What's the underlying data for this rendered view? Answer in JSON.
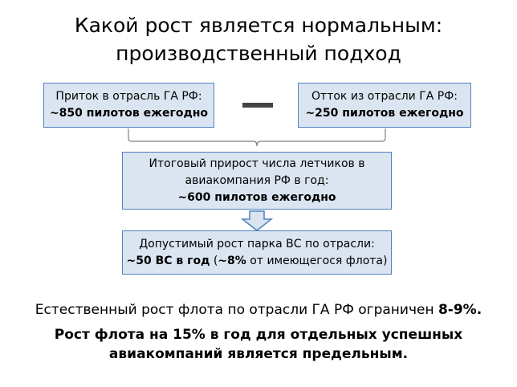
{
  "title": {
    "line1": "Какой рост является нормальным:",
    "line2": "производственный подход"
  },
  "inflow": {
    "label": "Приток в отрасль ГА РФ:",
    "value": "~850 пилотов ежегодно"
  },
  "outflow": {
    "label": "Отток из отрасли ГА РФ:",
    "value": "~250 пилотов ежегодно"
  },
  "growth": {
    "line1": "Итоговый прирост числа летчиков в",
    "line2": "авиакомпания РФ в год:",
    "value": "~600 пилотов ежегодно"
  },
  "fleet": {
    "label": "Допустимый рост парка ВС по отрасли:",
    "value_bold": "~50 ВС в год",
    "paren_open": " (",
    "pct_bold": "~8%",
    "value_rest": " от имеющегося флота)"
  },
  "conclusion": {
    "line1_text": "Естественный рост флота по отрасли ГА РФ ограничен ",
    "line1_bold": "8-9%.",
    "line2a": "Рост флота на 15% в год для отдельных успешных",
    "line2b": "авиакомпаний является предельным."
  },
  "colors": {
    "box_fill": "#dbe5f1",
    "box_border": "#4f81bd"
  }
}
